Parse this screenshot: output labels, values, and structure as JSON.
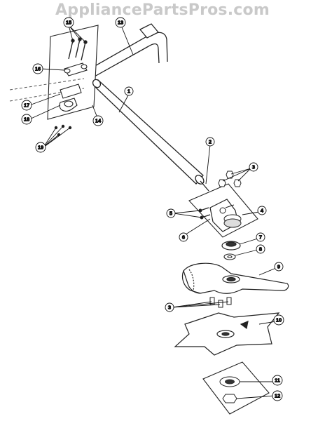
{
  "watermark": "AppliancePartsPros.com",
  "callouts": {
    "c1": "1",
    "c2": "2",
    "c3a": "3",
    "c3b": "3",
    "c4": "4",
    "c5": "5",
    "c6": "6",
    "c7": "7",
    "c8": "8",
    "c9": "9",
    "c10": "10",
    "c11": "11",
    "c12": "12",
    "c13": "13",
    "c14": "14",
    "c15": "15",
    "c16": "16",
    "c17": "17",
    "c18": "18",
    "c19": "19"
  }
}
